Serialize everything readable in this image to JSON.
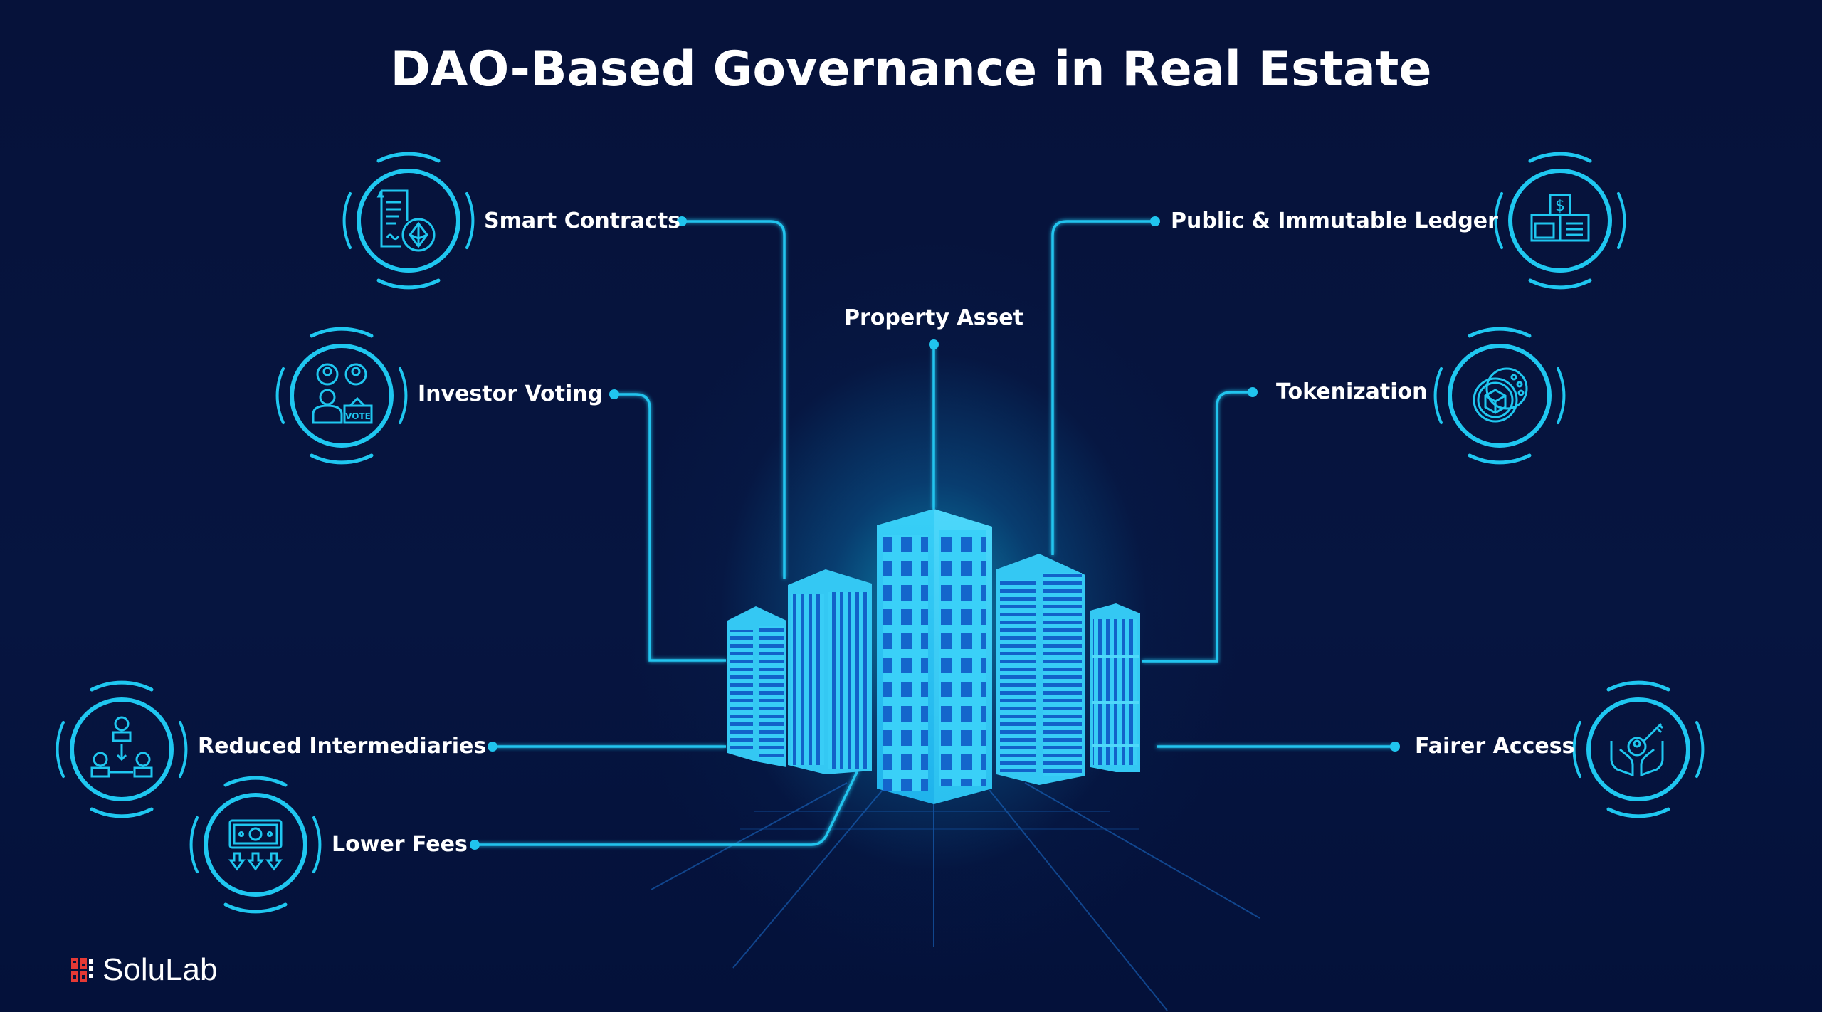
{
  "title": "DAO-Based Governance in Real Estate",
  "center": {
    "label": "Property Asset",
    "icon": "buildings-illustration"
  },
  "nodes": [
    {
      "id": "smart-contracts",
      "label": "Smart Contracts",
      "icon": "contract-ethereum-icon",
      "side": "left"
    },
    {
      "id": "public-ledger",
      "label": "Public & Immutable Ledger",
      "icon": "ledger-dollar-icon",
      "side": "right"
    },
    {
      "id": "investor-voting",
      "label": "Investor Voting",
      "icon": "vote-icon",
      "side": "left"
    },
    {
      "id": "tokenization",
      "label": "Tokenization",
      "icon": "token-cube-icon",
      "side": "right"
    },
    {
      "id": "reduced-intermediaries",
      "label": "Reduced Intermediaries",
      "icon": "intermediaries-icon",
      "side": "left"
    },
    {
      "id": "lower-fees",
      "label": "Lower Fees",
      "icon": "money-down-icon",
      "side": "left"
    },
    {
      "id": "fairer-access",
      "label": "Fairer Access",
      "icon": "hands-key-icon",
      "side": "right"
    }
  ],
  "logo": {
    "text": "SoluLab",
    "mark_color": "#e53935"
  },
  "colors": {
    "background": "#06113a",
    "accent": "#1fc7f0",
    "building": "#2fc6f5",
    "text": "#ffffff"
  }
}
